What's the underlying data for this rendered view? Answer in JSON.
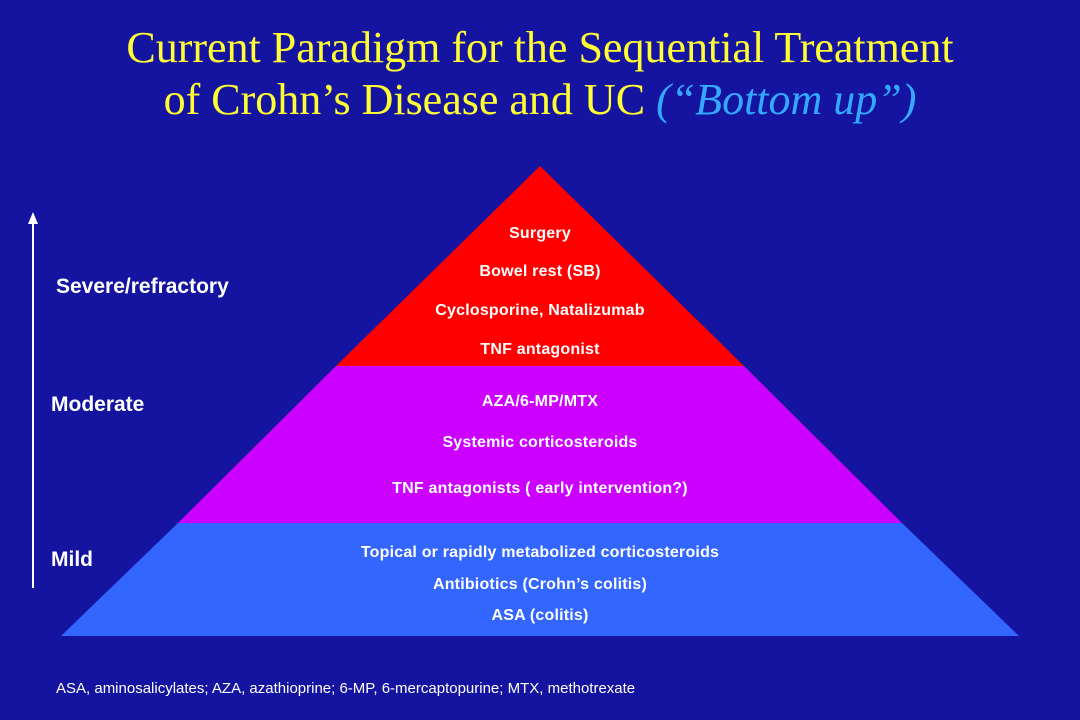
{
  "title": {
    "line1": "Current Paradigm for the Sequential Treatment",
    "line2_main": "of Crohn’s Disease and UC ",
    "line2_accent": "(“Bottom up”)"
  },
  "severity_axis": {
    "direction": "up",
    "labels": {
      "severe": "Severe/refractory",
      "moderate": "Moderate",
      "mild": "Mild"
    }
  },
  "pyramid": {
    "severe": {
      "color": "#ff0000",
      "items": [
        "Surgery",
        "Bowel rest (SB)",
        "Cyclosporine, Natalizumab",
        "TNF antagonist"
      ]
    },
    "moderate": {
      "color": "#cc00ff",
      "items": [
        "AZA/6-MP/MTX",
        "Systemic corticosteroids",
        "TNF antagonists ( early intervention?)"
      ]
    },
    "mild": {
      "color": "#3366ff",
      "items": [
        "Topical or rapidly metabolized corticosteroids",
        "Antibiotics (Crohn’s colitis)",
        "ASA (colitis)"
      ]
    }
  },
  "footnote": "ASA, aminosalicylates; AZA, azathioprine; 6-MP, 6-mercaptopurine; MTX, methotrexate"
}
